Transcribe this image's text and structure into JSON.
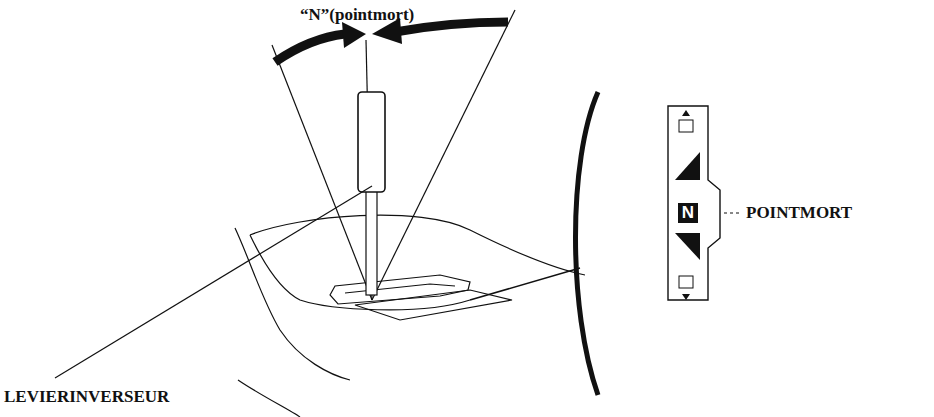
{
  "diagram": {
    "labels": [
      "“N”(pointmort)",
      "POINTMORT",
      "LEVIERINVERSEUR",
      "N"
    ]
  }
}
